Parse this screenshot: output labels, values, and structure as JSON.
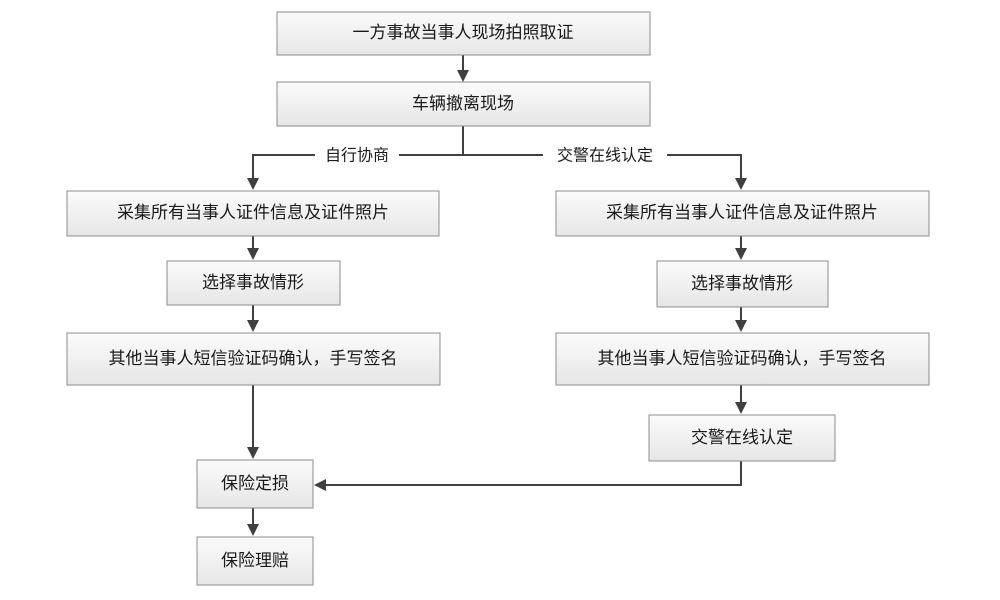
{
  "diagram": {
    "nodes": {
      "photo_evidence": "一方事故当事人现场拍照取证",
      "vehicle_evacuate": "车辆撤离现场",
      "left_collect_info": "采集所有当事人证件信息及证件照片",
      "left_choose_case": "选择事故情形",
      "left_sms_confirm": "其他当事人短信验证码确认，手写签名",
      "right_collect_info": "采集所有当事人证件信息及证件照片",
      "right_choose_case": "选择事故情形",
      "right_sms_confirm": "其他当事人短信验证码确认，手写签名",
      "police_online": "交警在线认定",
      "insurance_assess": "保险定损",
      "insurance_claim": "保险理赔"
    },
    "edge_labels": {
      "self_negotiate": "自行协商",
      "police_online_branch": "交警在线认定"
    }
  }
}
